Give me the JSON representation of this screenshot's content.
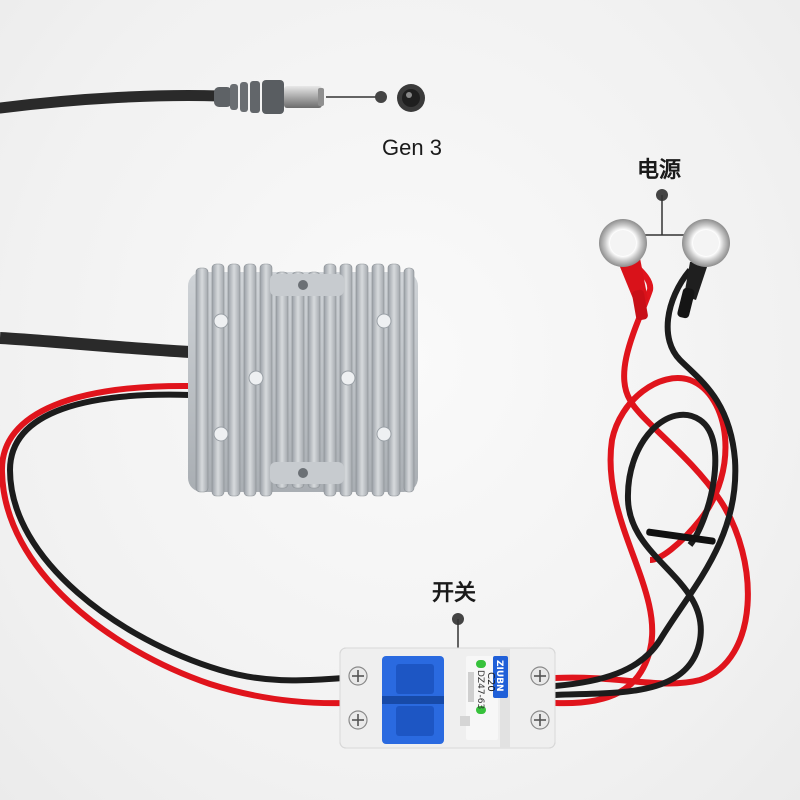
{
  "labels": {
    "connector": "Gen 3",
    "power": "电源",
    "switch": "开关"
  },
  "breaker": {
    "brand": "ZIUBN",
    "model": "DZ47-63",
    "rating": "C20"
  },
  "colors": {
    "background": "#f4f4f4",
    "wire_red": "#e0141c",
    "wire_black": "#1c1c1c",
    "heatsink": "#b7bcc2",
    "breaker_body": "#f2f2f2",
    "breaker_handle": "#1f5fd8",
    "indicator_green": "#37c23c"
  }
}
